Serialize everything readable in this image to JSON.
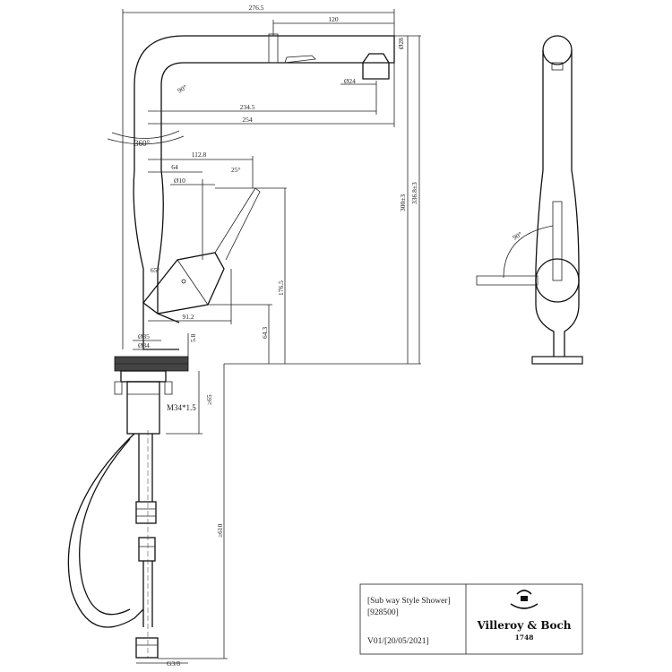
{
  "dimensions": {
    "overall_width": "276.5",
    "spout_length": "120",
    "outlet_dia": "Ø28",
    "outlet_small_dia": "Ø24",
    "reach_234": "234.5",
    "reach_254": "254",
    "rotation": "360°",
    "angle_90_front": "90°",
    "width_112": "112.8",
    "width_64": "64",
    "angle_25": "25°",
    "lever_dia": "Ø10",
    "angle_65": "65°",
    "height_176": "176.5",
    "height_300": "300±3",
    "height_336": "336.8±3",
    "width_91": "91.2",
    "height_64": "64.3",
    "base_dia_35": "Ø35",
    "base_dia_34": "Ø34",
    "height_5": "5.8",
    "thread": "M34*1.5",
    "thread_len": "≥65",
    "hose_len": "≥610",
    "connector": "G3/8",
    "angle_90_side": "90°"
  },
  "title_block": {
    "product_name": "[Sub way Style Shower]",
    "product_code": "[928500]",
    "version": "V01/[20/05/2021]",
    "brand": "Villeroy & Boch",
    "year": "1748"
  }
}
